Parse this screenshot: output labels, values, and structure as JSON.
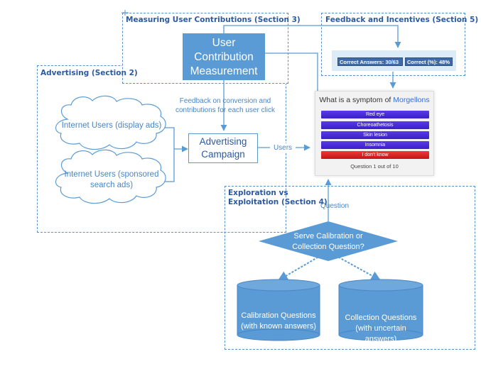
{
  "sections": {
    "measuring": "Measuring User Contributions (Section 3)",
    "feedback": "Feedback and Incentives (Section 5)",
    "advertising": "Advertising (Section 2)",
    "exploration_line1": "Exploration vs",
    "exploration_line2": "Exploitation (Section 4)"
  },
  "nodes": {
    "ucm_line1": "User",
    "ucm_line2": "Contribution",
    "ucm_line3": "Measurement",
    "campaign_line1": "Advertising",
    "campaign_line2": "Campaign",
    "display_users": "Internet Users (display ads)",
    "search_users_line1": "Internet Users (sponsored",
    "search_users_line2": "search ads)",
    "decision_line1": "Serve Calibration or",
    "decision_line2": "Collection Question?",
    "calibration_line1": "Calibration Questions",
    "calibration_line2": "(with known answers)",
    "collection_line1": "Collection Questions",
    "collection_line2": "(with uncertain answers)"
  },
  "labels": {
    "feedback_line1": "Feedback on conversion and",
    "feedback_line2": "contributions for each user click",
    "users": "Users",
    "question": "Question"
  },
  "feedback_widget": {
    "correct_answers": "Correct Answers: 30/63",
    "correct_pct": "Correct (%): 48%"
  },
  "quiz": {
    "question_prefix": "What is a symptom of ",
    "question_term": "Morgellons",
    "options": [
      "Red eye",
      "Choreoathetosis",
      "Skin lesion",
      "Insomnia",
      "I don't know"
    ],
    "footer": "Question 1 out of 10"
  },
  "colors": {
    "accent": "#5b9bd5",
    "title": "#2b5aa0",
    "dashed": "#5b8fc7"
  }
}
